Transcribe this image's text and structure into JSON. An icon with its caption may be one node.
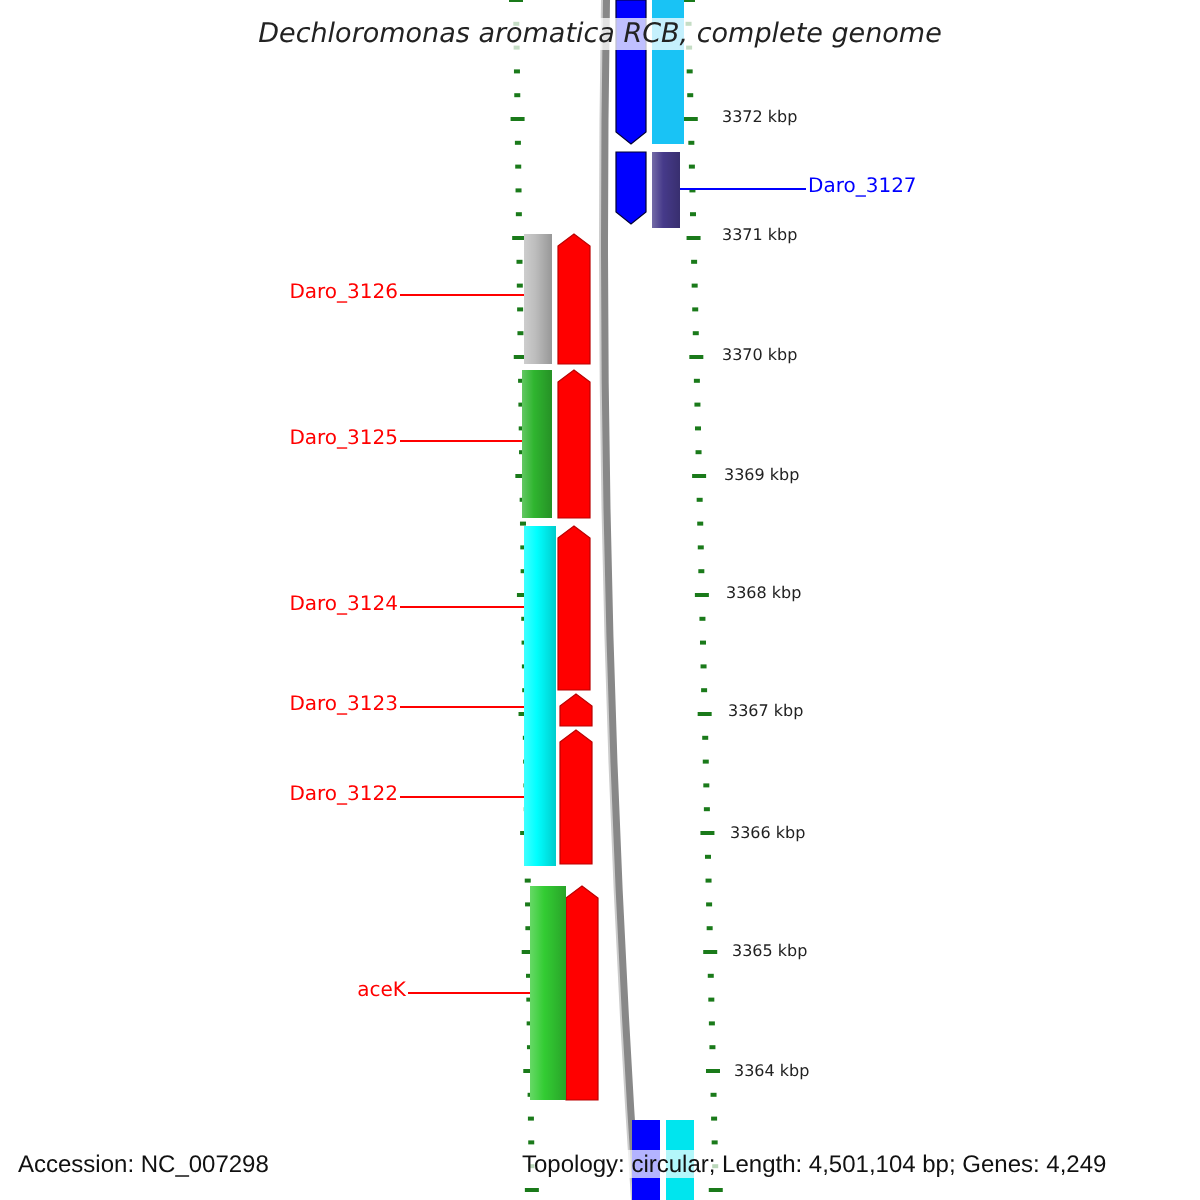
{
  "diagram": {
    "title": "Dechloromonas aromatica RCB, complete genome",
    "nodes": [
      {
        "text": [
          "Daro_3127"
        ]
      },
      {
        "text": [
          "Daro_3126"
        ]
      },
      {
        "text": [
          "Daro_3125"
        ]
      },
      {
        "text": [
          "Daro_3124"
        ]
      },
      {
        "text": [
          "Daro_3123"
        ]
      },
      {
        "text": [
          "Daro_3122"
        ]
      },
      {
        "text": [
          "aceK"
        ]
      },
      {
        "text": [],
        "shape": "bar"
      },
      {
        "text": [],
        "shape": "bar"
      },
      {
        "text": [],
        "shape": "bar"
      },
      {
        "text": [],
        "shape": "bar"
      },
      {
        "text": [],
        "shape": "bar"
      }
    ],
    "edges": [
      {
        "from": 0,
        "to": 7,
        "arrow": "none",
        "color": "#0000ff"
      },
      {
        "from": 1,
        "to": 8,
        "arrow": "none"
      },
      {
        "from": 2,
        "to": 9,
        "arrow": "none"
      },
      {
        "from": 3,
        "to": 10,
        "arrow": "none"
      },
      {
        "from": 4,
        "to": 10,
        "arrow": "none"
      },
      {
        "from": 5,
        "to": 10,
        "arrow": "none"
      },
      {
        "from": 6,
        "to": 11,
        "arrow": "none"
      }
    ],
    "labels": [
      "3372 kbp",
      "3371 kbp",
      "3370 kbp",
      "3369 kbp",
      "3368 kbp",
      "3367 kbp",
      "3366 kbp",
      "3365 kbp",
      "3364 kbp",
      "Accession: NC_007298",
      "Topology: circular; Length: 4,501,104 bp; Genes: 4,249"
    ]
  }
}
